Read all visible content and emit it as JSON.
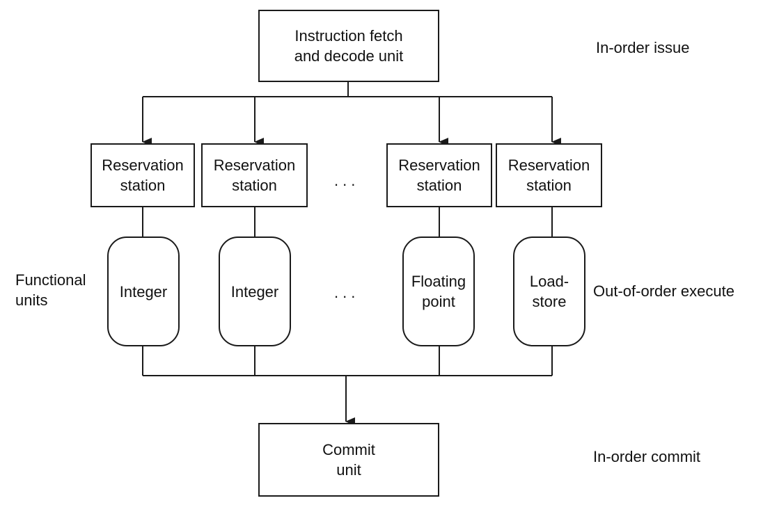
{
  "fetch_unit": {
    "line1": "Instruction fetch",
    "line2": "and decode unit"
  },
  "reservation_stations": [
    {
      "line1": "Reservation",
      "line2": "station"
    },
    {
      "line1": "Reservation",
      "line2": "station"
    },
    {
      "line1": "Reservation",
      "line2": "station"
    },
    {
      "line1": "Reservation",
      "line2": "station"
    }
  ],
  "functional_units": [
    {
      "line1": "Integer",
      "line2": ""
    },
    {
      "line1": "Integer",
      "line2": ""
    },
    {
      "line1": "Floating",
      "line2": "point"
    },
    {
      "line1": "Load-",
      "line2": "store"
    }
  ],
  "ellipsis": "...",
  "commit_unit": {
    "line1": "Commit",
    "line2": "unit"
  },
  "side_labels": {
    "functional_units_line1": "Functional",
    "functional_units_line2": "units",
    "in_order_issue": "In-order issue",
    "out_of_order_execute": "Out-of-order execute",
    "in_order_commit": "In-order commit"
  },
  "colors": {
    "line": "#1a1a1a",
    "background": "#ffffff"
  }
}
